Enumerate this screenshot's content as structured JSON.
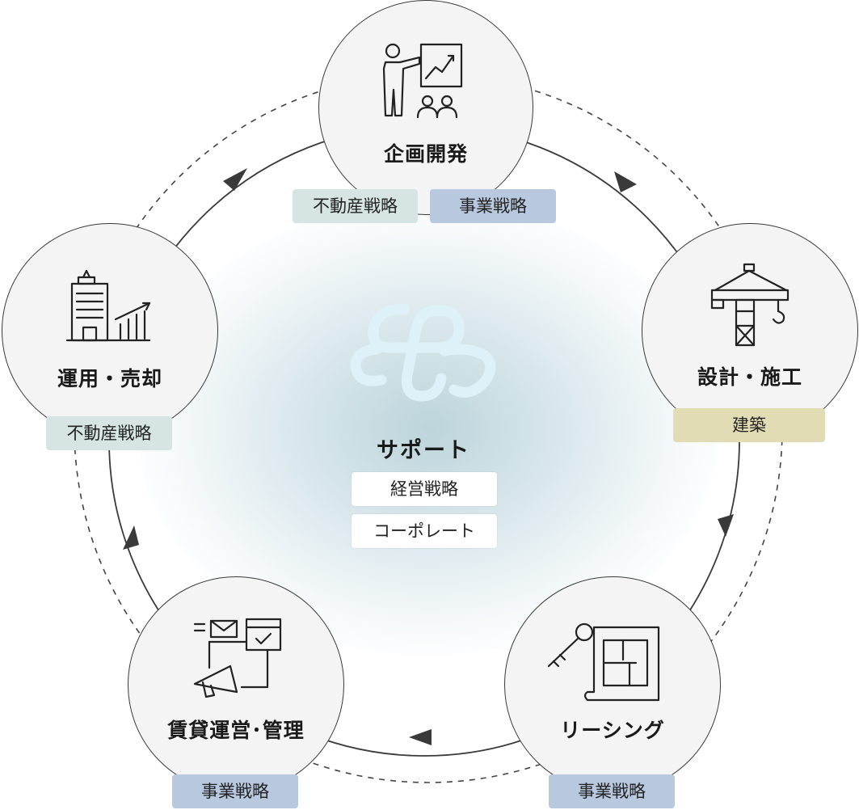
{
  "nodes": {
    "planning": {
      "title": "企画開発",
      "tags": [
        "不動産戦略",
        "事業戦略"
      ]
    },
    "design": {
      "title": "設計・施工",
      "tags": [
        "建築"
      ]
    },
    "leasing": {
      "title": "リーシング",
      "tags": [
        "事業戦略"
      ]
    },
    "management": {
      "title": "賃貸運営･管理",
      "tags": [
        "事業戦略"
      ]
    },
    "operation": {
      "title": "運用・売却",
      "tags": [
        "不動産戦略"
      ]
    }
  },
  "center": {
    "title": "サポート",
    "tags": [
      "経営戦略",
      "コーポレート"
    ]
  },
  "colors": {
    "real_estate_tag": "#d6e4e4",
    "business_tag": "#b7c8df",
    "architecture_tag": "#e2dcb5",
    "circle_fill": "#f4f4f4",
    "line": "#3a3a3a",
    "logo": "#dff1f8"
  }
}
